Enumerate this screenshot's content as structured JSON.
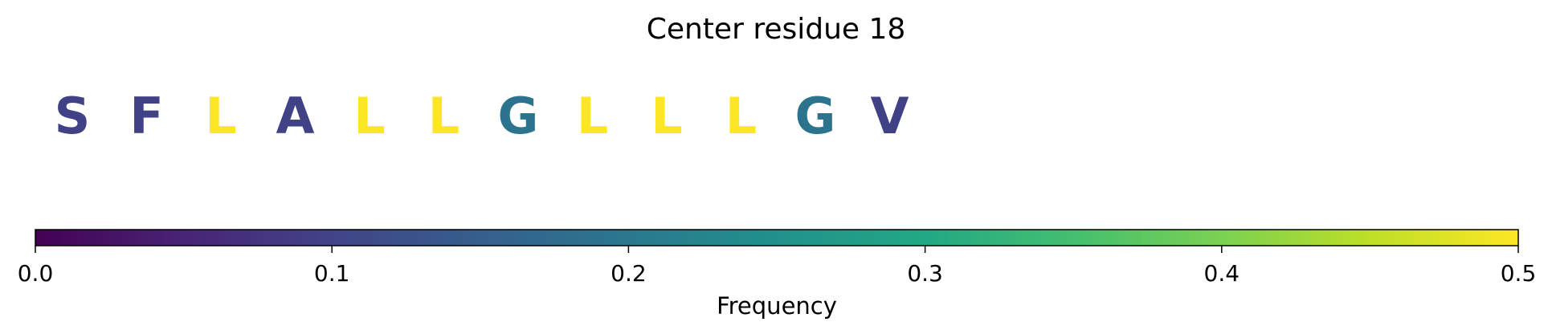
{
  "chart_data": {
    "type": "sequence-colorbar",
    "title": "Center residue 18",
    "residues": [
      {
        "letter": "S",
        "frequency": 0.097
      },
      {
        "letter": "F",
        "frequency": 0.097
      },
      {
        "letter": "L",
        "frequency": 0.5
      },
      {
        "letter": "A",
        "frequency": 0.097
      },
      {
        "letter": "L",
        "frequency": 0.5
      },
      {
        "letter": "L",
        "frequency": 0.5
      },
      {
        "letter": "G",
        "frequency": 0.19
      },
      {
        "letter": "L",
        "frequency": 0.5
      },
      {
        "letter": "L",
        "frequency": 0.5
      },
      {
        "letter": "L",
        "frequency": 0.5
      },
      {
        "letter": "G",
        "frequency": 0.19
      },
      {
        "letter": "V",
        "frequency": 0.097
      }
    ],
    "colorbar": {
      "label": "Frequency",
      "range": [
        0.0,
        0.5
      ],
      "colormap": "viridis",
      "ticks": [
        0.0,
        0.1,
        0.2,
        0.3,
        0.4,
        0.5
      ],
      "tick_labels": [
        "0.0",
        "0.1",
        "0.2",
        "0.3",
        "0.4",
        "0.5"
      ]
    }
  }
}
